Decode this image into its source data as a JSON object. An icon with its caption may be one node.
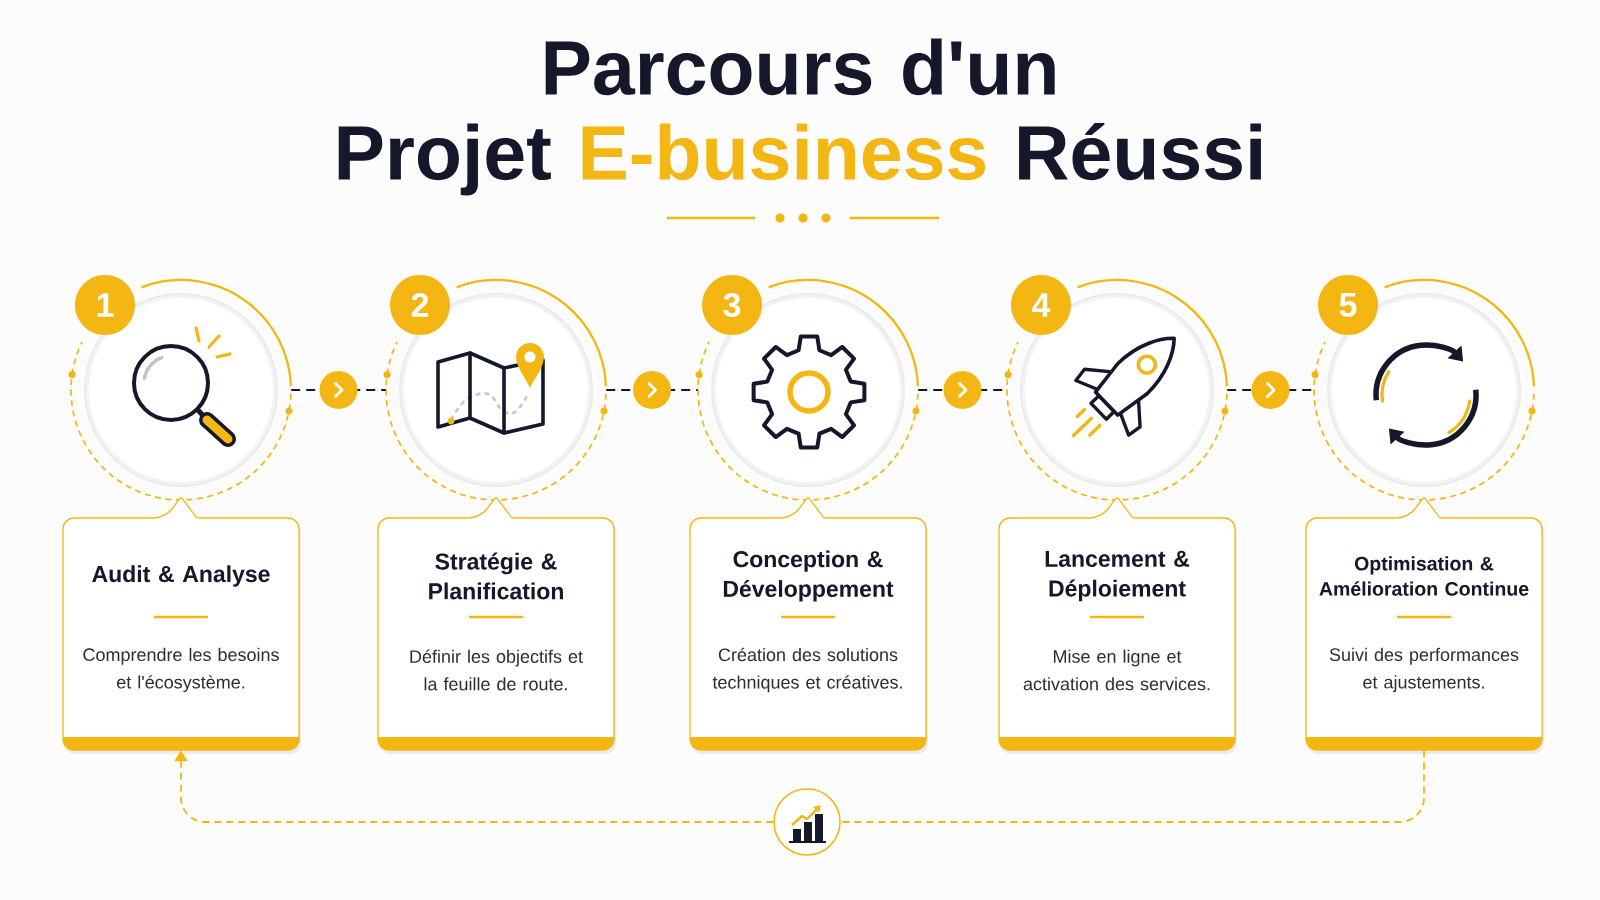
{
  "diagram": {
    "title": "Parcours d'un Projet E-business Réussi",
    "nodes": [
      {
        "text": [
          "1"
        ]
      },
      {
        "text": [],
        "shape": "circle"
      },
      {
        "text": [
          "Audit & Analyse",
          "Comprendre les besoins et l'écosystème."
        ]
      },
      {
        "text": [
          "2"
        ]
      },
      {
        "text": [],
        "shape": "circle"
      },
      {
        "text": [
          "Stratégie & Planification",
          "Définir les objectifs et la feuille de route."
        ]
      },
      {
        "text": [
          "3"
        ]
      },
      {
        "text": [],
        "shape": "circle"
      },
      {
        "text": [
          "Conception & Développement",
          "Création des solutions techniques et créatives."
        ]
      },
      {
        "text": [
          "4"
        ]
      },
      {
        "text": [],
        "shape": "circle"
      },
      {
        "text": [
          "Lancement & Déploiement",
          "Mise en ligne et activation des services."
        ]
      },
      {
        "text": [
          "5"
        ]
      },
      {
        "text": [],
        "shape": "circle"
      },
      {
        "text": [
          "Optimisation & Amélioration Continue",
          "Suivi des performances et ajustements."
        ]
      },
      {
        "text": [],
        "shape": "circle"
      }
    ],
    "edges": [
      {
        "from": 1,
        "to": 4,
        "arrow": "to",
        "style": "dashed"
      },
      {
        "from": 4,
        "to": 7,
        "arrow": "to",
        "style": "dashed"
      },
      {
        "from": 7,
        "to": 10,
        "arrow": "to",
        "style": "dashed"
      },
      {
        "from": 10,
        "to": 13,
        "arrow": "to",
        "style": "dashed"
      },
      {
        "from": 14,
        "to": 15,
        "arrow": "none",
        "style": "dashed",
        "color": "#f3b613"
      },
      {
        "from": 15,
        "to": 2,
        "arrow": "to",
        "style": "dashed",
        "color": "#f3b613"
      }
    ]
  }
}
